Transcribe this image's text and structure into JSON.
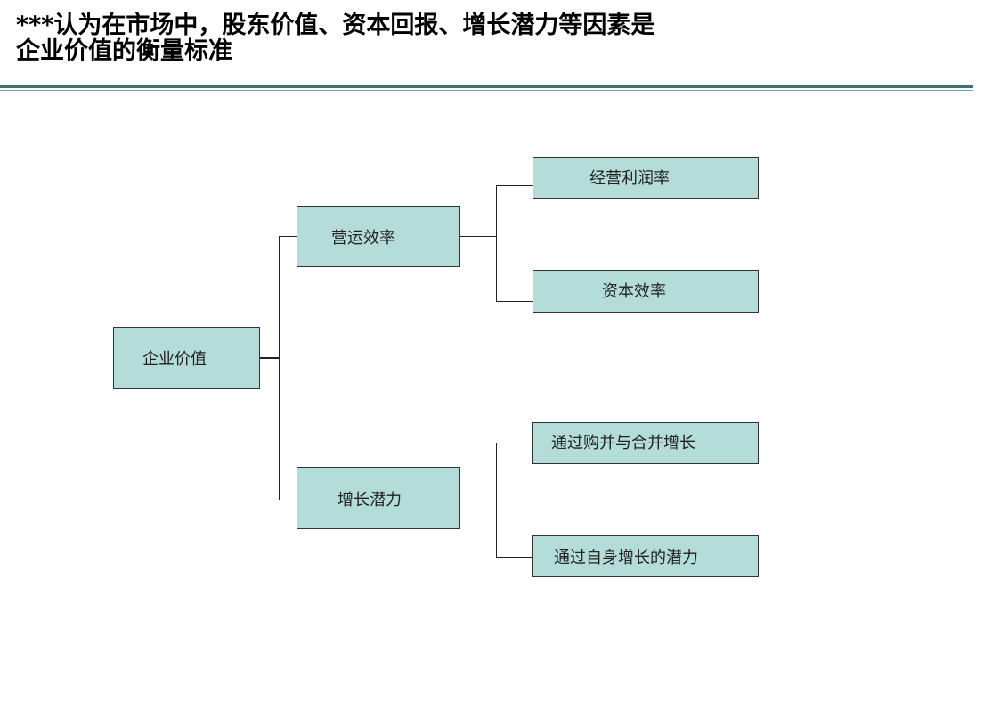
{
  "title": {
    "line1": "***认为在市场中，股东价值、资本回报、增长潜力等因素是",
    "line2": "企业价值的衡量标准"
  },
  "tree": {
    "root": "企业价值",
    "branches": [
      {
        "label": "营运效率",
        "children": [
          "经营利润率",
          "资本效率"
        ]
      },
      {
        "label": "增长潜力",
        "children": [
          "通过购并与合并增长",
          "通过自身增长的潜力"
        ]
      }
    ]
  }
}
